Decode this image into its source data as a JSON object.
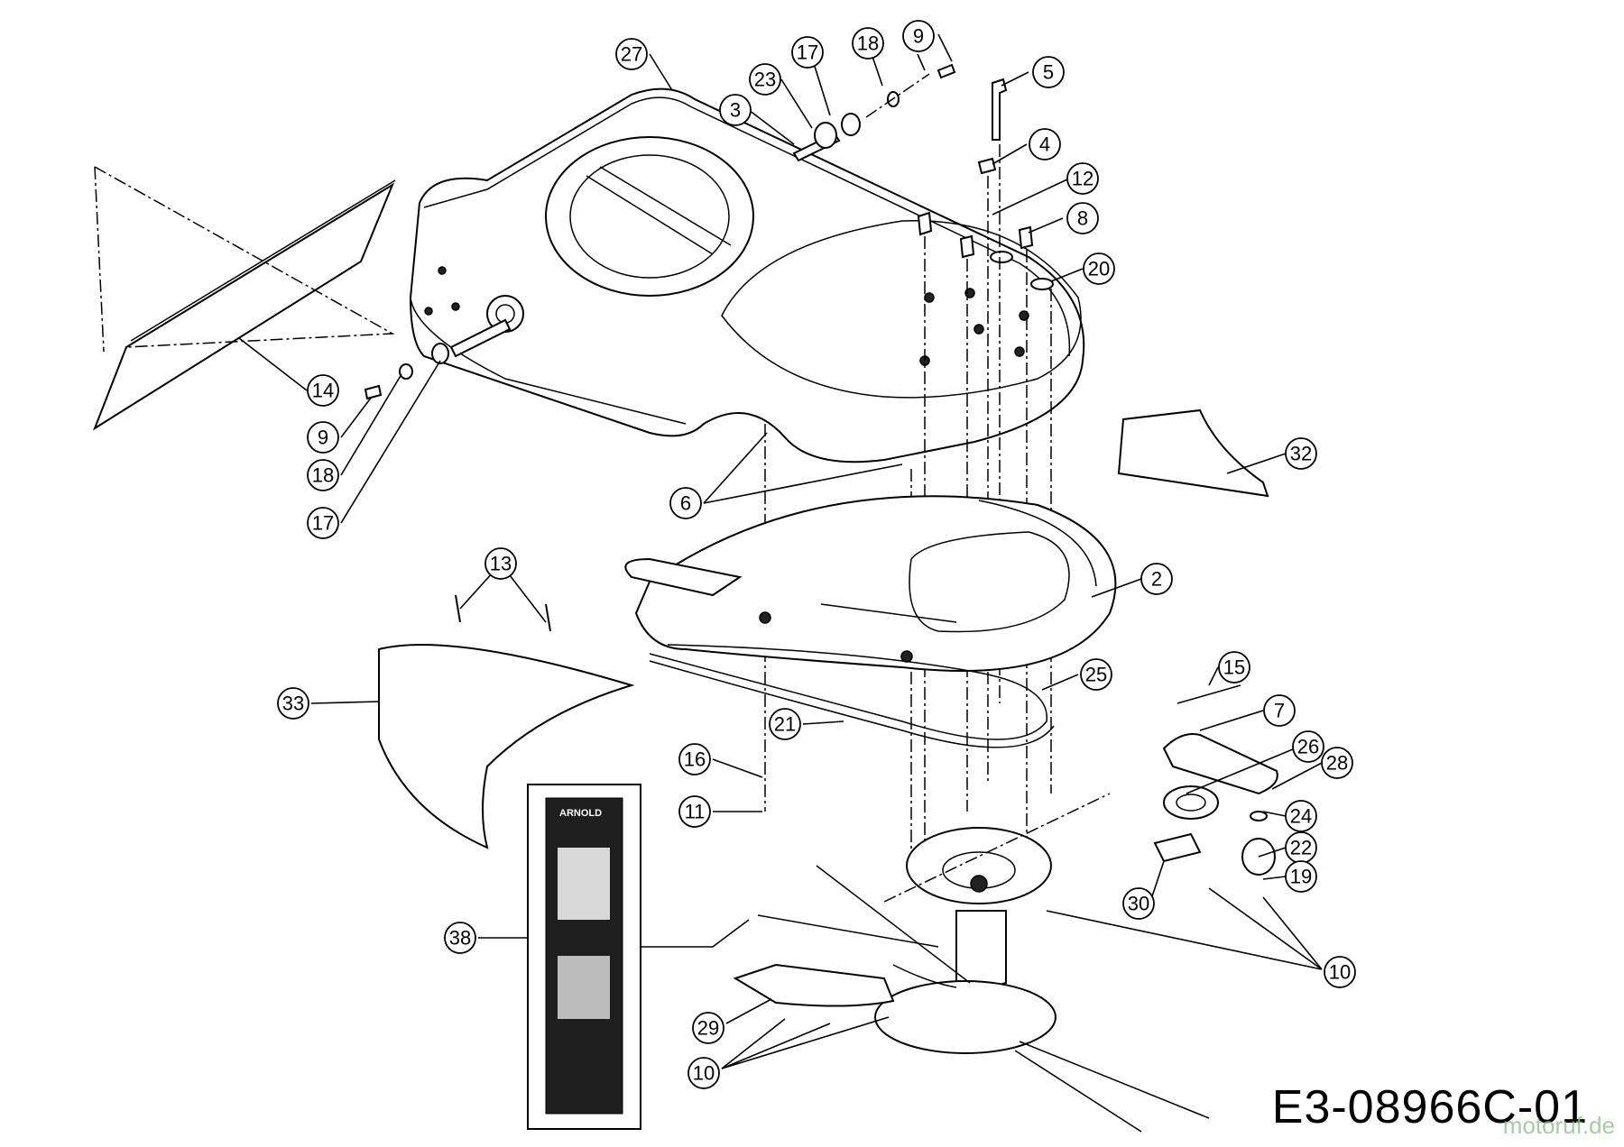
{
  "drawing_code": "E3-08966C-01",
  "watermark": "motoruf.de",
  "booklet_brand": "ARNOLD",
  "callouts": [
    "27",
    "17",
    "18",
    "9",
    "23",
    "3",
    "5",
    "4",
    "12",
    "8",
    "20",
    "14",
    "9",
    "18",
    "17",
    "6",
    "32",
    "2",
    "13",
    "33",
    "25",
    "15",
    "21",
    "7",
    "26",
    "28",
    "16",
    "24",
    "11",
    "22",
    "19",
    "30",
    "38",
    "10",
    "29",
    "10"
  ]
}
